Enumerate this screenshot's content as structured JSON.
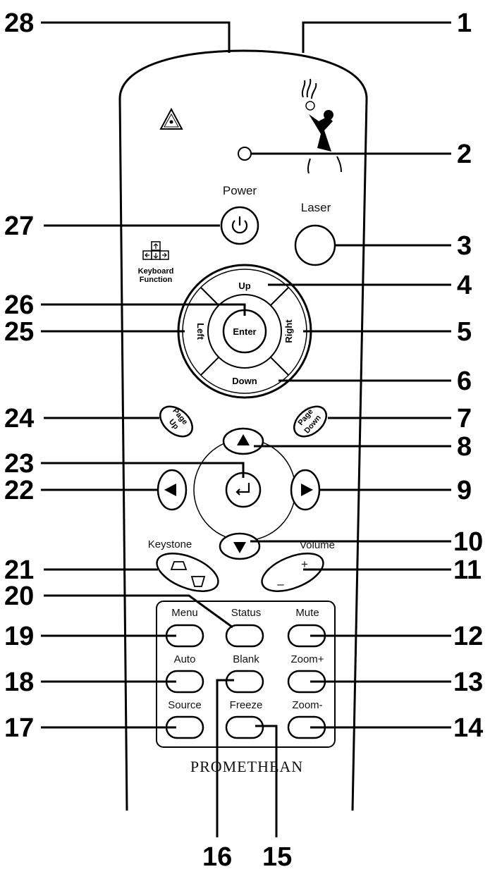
{
  "callouts": {
    "c1": "1",
    "c2": "2",
    "c3": "3",
    "c4": "4",
    "c5": "5",
    "c6": "6",
    "c7": "7",
    "c8": "8",
    "c9": "9",
    "c10": "10",
    "c11": "11",
    "c12": "12",
    "c13": "13",
    "c14": "14",
    "c15": "15",
    "c16": "16",
    "c17": "17",
    "c18": "18",
    "c19": "19",
    "c20": "20",
    "c21": "21",
    "c22": "22",
    "c23": "23",
    "c24": "24",
    "c25": "25",
    "c26": "26",
    "c27": "27",
    "c28": "28"
  },
  "labels": {
    "power": "Power",
    "laser": "Laser",
    "keyboard_line1": "Keyboard",
    "keyboard_line2": "Function",
    "up": "Up",
    "down": "Down",
    "left": "Left",
    "right": "Right",
    "enter": "Enter",
    "page_up_1": "Page",
    "page_up_2": "Up",
    "page_down_1": "Page",
    "page_down_2": "Down",
    "keystone": "Keystone",
    "volume": "Volume",
    "volume_plus": "+",
    "volume_minus": "–",
    "menu": "Menu",
    "status": "Status",
    "mute": "Mute",
    "auto": "Auto",
    "blank": "Blank",
    "zoom_in": "Zoom+",
    "source": "Source",
    "freeze": "Freeze",
    "zoom_out": "Zoom-",
    "brand": "PROMETHEAN"
  }
}
